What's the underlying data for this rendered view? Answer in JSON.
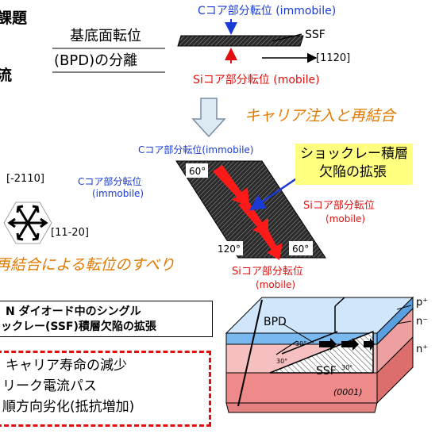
{
  "top": {
    "kadai": "課題",
    "ryu": "流",
    "bpd_line1": "基底面転位",
    "bpd_line2": "(BPD)の分離",
    "c_partial_immobile": "Cコア部分転位 (immobile)",
    "ssf": "SSF",
    "direction": "[1120]",
    "si_partial_mobile": "Siコア部分転位 (mobile)",
    "carrier": "キャリア注入と再結合"
  },
  "middle": {
    "c_partial_top": "Cコア部分転位(immobile)",
    "callout_line1": "ショックレー積層",
    "callout_line2": "欠陥の拡張",
    "dir_a": "[-2110]",
    "dir_b": "[11-20]",
    "c_partial_left_1": "Cコア部分転位",
    "c_partial_left_2": "(immobile)",
    "angle_60_top": "60°",
    "angle_120": "120°",
    "angle_60_bottom": "60°",
    "si_partial_right_1": "Siコア部分転位",
    "si_partial_right_2": "(mobile)",
    "si_partial_bottom_1": "Siコア部分転位",
    "si_partial_bottom_2": "(mobile)",
    "recomb_slip": "再結合による転位のすべり"
  },
  "bottom": {
    "box_line1": "N ダイオード中のシングル",
    "box_line2": "ックレー(SSF)積層欠陥の拡張",
    "effect1": "キャリア寿命の減少",
    "effect2": "リーク電流パス",
    "effect3": "順方向劣化(抵抗増加)",
    "bpd": "BPD",
    "ssf": "SSF",
    "plane": "(0001)",
    "p_plus": "p⁺",
    "n_minus": "n⁻",
    "n_plus": "n⁺",
    "small_angle": "30°"
  },
  "colors": {
    "blue": "#1a3ad6",
    "red": "#e01010",
    "orange": "#e07a00",
    "callout": "#ffff80",
    "p_layer": "#7ab8f0",
    "n_minus_layer": "#f6c0c0",
    "n_plus_layer": "#ee8a8a"
  }
}
